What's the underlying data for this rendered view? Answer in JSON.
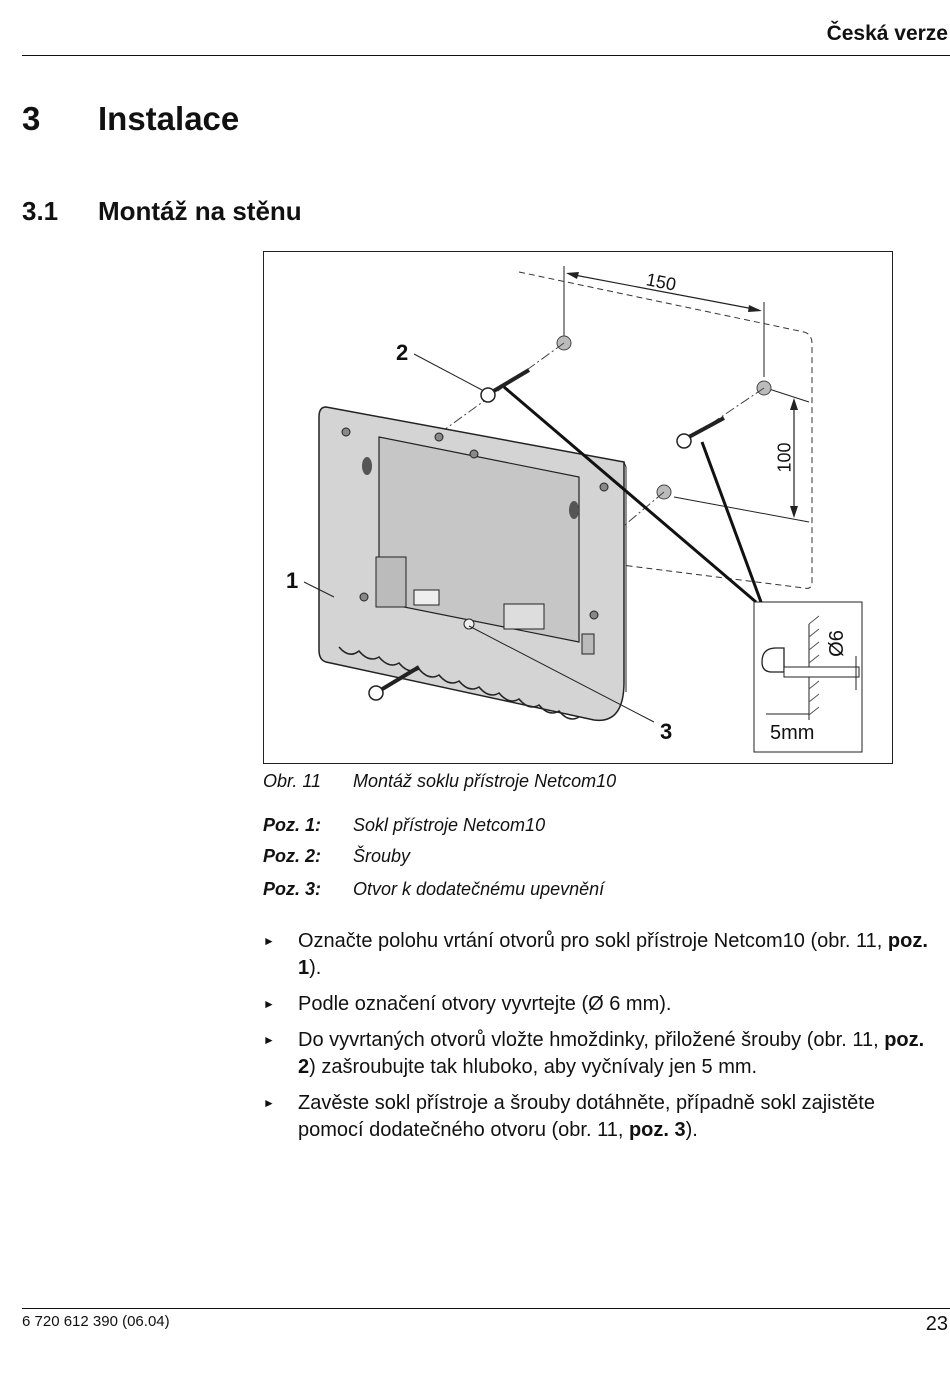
{
  "header": {
    "language": "Česká verze"
  },
  "section": {
    "number": "3",
    "title": "Instalace"
  },
  "subsection": {
    "number": "3.1",
    "title": "Montáž na stěnu"
  },
  "figure": {
    "callouts": {
      "c1": "1",
      "c2": "2",
      "c3": "3"
    },
    "dimensions": {
      "width": "150",
      "height": "100",
      "diameter": "Ø6",
      "depth": "5mm"
    },
    "caption_label": "Obr. 11",
    "caption_text": "Montáž soklu přístroje Netcom10",
    "legend": [
      {
        "label": "Poz. 1:",
        "text": "Sokl přístroje Netcom10"
      },
      {
        "label": "Poz. 2:",
        "text": "Šrouby"
      },
      {
        "label": "Poz. 3:",
        "text": "Otvor k dodatečnému upevnění"
      }
    ]
  },
  "instructions": [
    {
      "text": "Označte polohu vrtání otvorů pro sokl přístroje Netcom10 (obr. 11, ",
      "ref": "poz. 1",
      "tail": ")."
    },
    {
      "text": "Podle označení otvory vyvrtejte (Ø 6 mm).",
      "ref": "",
      "tail": ""
    },
    {
      "text": "Do vyvrtaných otvorů vložte hmoždinky, přiložené šrouby (obr. 11, ",
      "ref": "poz. 2",
      "tail": ") zašroubujte tak hluboko, aby vyčnívaly jen 5 mm."
    },
    {
      "text": "Zavěste sokl přístroje a šrouby dotáhněte, případně sokl zajistěte pomocí dodatečného otvoru (obr. 11, ",
      "ref": "poz. 3",
      "tail": ")."
    }
  ],
  "footer": {
    "doc_number": "6 720 612 390 (06.04)",
    "page": "23"
  }
}
